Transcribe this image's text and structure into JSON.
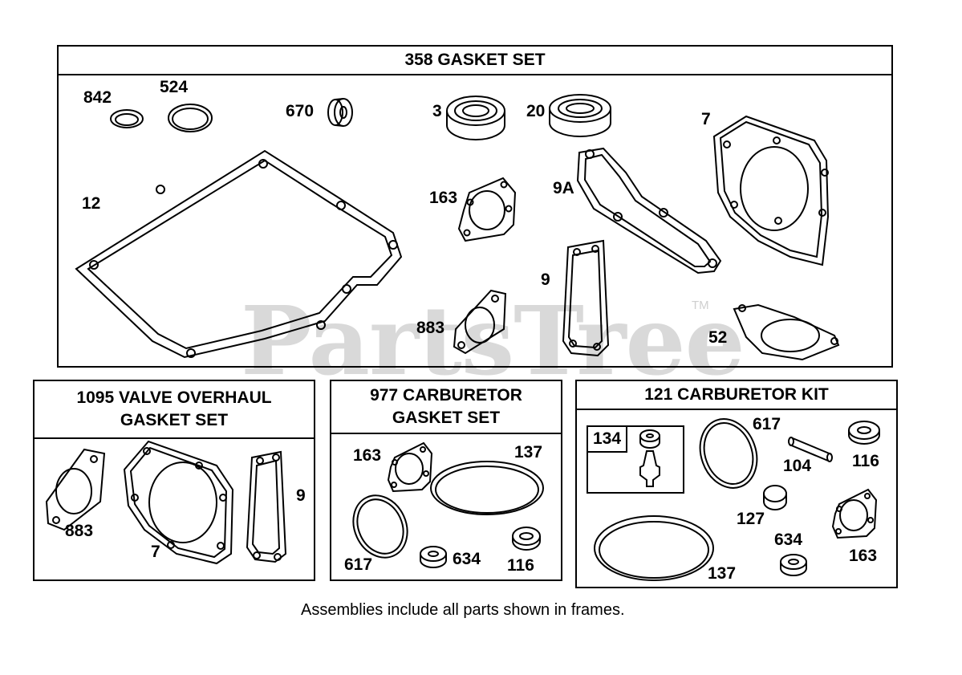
{
  "watermark": {
    "text": "PartsTree",
    "tm": "TM"
  },
  "frames": {
    "gasket_set": {
      "title": "358 GASKET SET"
    },
    "valve_overhaul": {
      "title_line1": "1095 VALVE OVERHAUL",
      "title_line2": "GASKET SET"
    },
    "carb_gasket": {
      "title_line1": "977 CARBURETOR",
      "title_line2": "GASKET SET"
    },
    "carb_kit": {
      "title": "121 CARBURETOR KIT",
      "subbox_label": "134"
    }
  },
  "labels": {
    "gs_842": "842",
    "gs_524": "524",
    "gs_670": "670",
    "gs_3": "3",
    "gs_20": "20",
    "gs_7": "7",
    "gs_12": "12",
    "gs_163": "163",
    "gs_9A": "9A",
    "gs_9": "9",
    "gs_883": "883",
    "gs_52": "52",
    "vo_883": "883",
    "vo_7": "7",
    "vo_9": "9",
    "cg_163": "163",
    "cg_137": "137",
    "cg_617": "617",
    "cg_634": "634",
    "cg_116": "116",
    "ck_617": "617",
    "ck_104": "104",
    "ck_116": "116",
    "ck_127": "127",
    "ck_634": "634",
    "ck_163": "163",
    "ck_137": "137"
  },
  "caption": "Assemblies include all parts shown in frames."
}
